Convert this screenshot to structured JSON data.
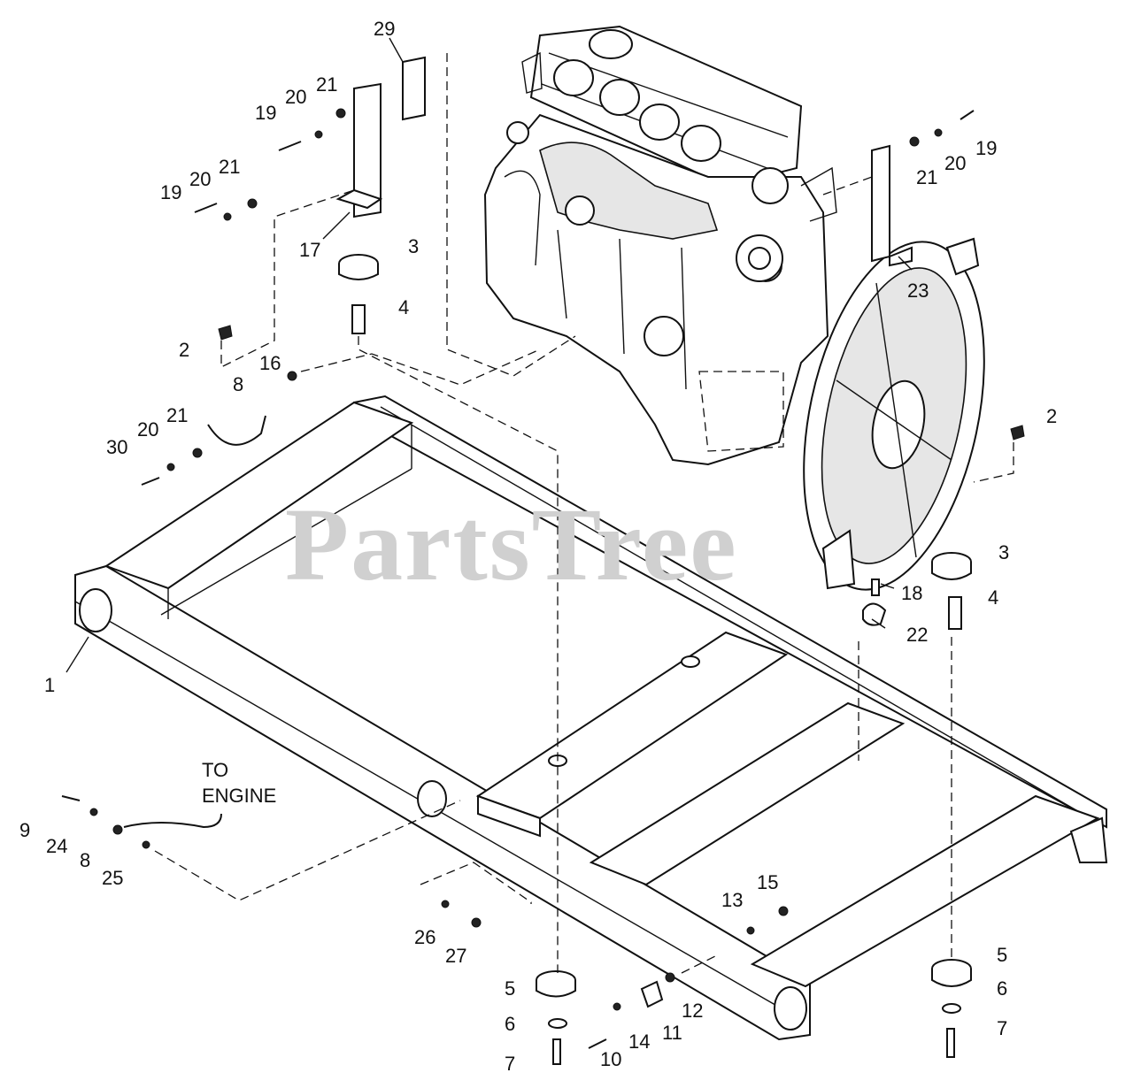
{
  "watermark": "PartsTree",
  "note": {
    "line1": "TO",
    "line2": "ENGINE"
  },
  "callouts": [
    {
      "id": "c29",
      "label": "29"
    },
    {
      "id": "c21a",
      "label": "21"
    },
    {
      "id": "c20a",
      "label": "20"
    },
    {
      "id": "c19a",
      "label": "19"
    },
    {
      "id": "c19b",
      "label": "19"
    },
    {
      "id": "c20b",
      "label": "20"
    },
    {
      "id": "c21b",
      "label": "21"
    },
    {
      "id": "c17",
      "label": "17"
    },
    {
      "id": "c3a",
      "label": "3"
    },
    {
      "id": "c4a",
      "label": "4"
    },
    {
      "id": "c2a",
      "label": "2"
    },
    {
      "id": "c16",
      "label": "16"
    },
    {
      "id": "c8a",
      "label": "8"
    },
    {
      "id": "c30",
      "label": "30"
    },
    {
      "id": "c20c",
      "label": "20"
    },
    {
      "id": "c21c",
      "label": "21"
    },
    {
      "id": "c19c",
      "label": "19"
    },
    {
      "id": "c20d",
      "label": "20"
    },
    {
      "id": "c21d",
      "label": "21"
    },
    {
      "id": "c23",
      "label": "23"
    },
    {
      "id": "c2b",
      "label": "2"
    },
    {
      "id": "c3b",
      "label": "3"
    },
    {
      "id": "c18",
      "label": "18"
    },
    {
      "id": "c4b",
      "label": "4"
    },
    {
      "id": "c22",
      "label": "22"
    },
    {
      "id": "c1",
      "label": "1"
    },
    {
      "id": "c9",
      "label": "9"
    },
    {
      "id": "c24",
      "label": "24"
    },
    {
      "id": "c8b",
      "label": "8"
    },
    {
      "id": "c25",
      "label": "25"
    },
    {
      "id": "c26",
      "label": "26"
    },
    {
      "id": "c27",
      "label": "27"
    },
    {
      "id": "c15",
      "label": "15"
    },
    {
      "id": "c13",
      "label": "13"
    },
    {
      "id": "c5a",
      "label": "5"
    },
    {
      "id": "c6a",
      "label": "6"
    },
    {
      "id": "c7a",
      "label": "7"
    },
    {
      "id": "c12",
      "label": "12"
    },
    {
      "id": "c11",
      "label": "11"
    },
    {
      "id": "c14",
      "label": "14"
    },
    {
      "id": "c10",
      "label": "10"
    },
    {
      "id": "c5b",
      "label": "5"
    },
    {
      "id": "c6b",
      "label": "6"
    },
    {
      "id": "c7b",
      "label": "7"
    }
  ]
}
